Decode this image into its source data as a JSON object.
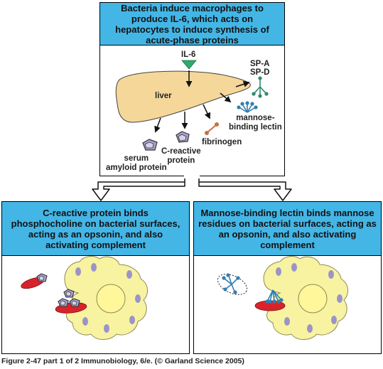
{
  "top_panel": {
    "title": "Bacteria induce macrophages to produce IL-6, which acts on hepatocytes to induce synthesis  of acute-phase proteins",
    "labels": {
      "il6": "IL-6",
      "sp_a": "SP-A",
      "sp_d": "SP-D",
      "liver": "liver",
      "mannose_binding_lectin": "mannose-\nbinding lectin",
      "fibrinogen": "fibrinogen",
      "c_reactive_protein": "C-reactive\nprotein",
      "serum_amyloid_protein": "serum\namyloid protein"
    }
  },
  "left_panel": {
    "title": "C-reactive protein binds phosphocholine on bacterial surfaces, acting as an opsonin, and also activating complement"
  },
  "right_panel": {
    "title": "Mannose-binding lectin binds mannose residues on bacterial surfaces, acting as an opsonin, and also activating complement"
  },
  "caption": "Figure 2-47 part 1 of 2  Immunobiology, 6/e. (© Garland Science 2005)",
  "colors": {
    "header_blue": "#43b6e6",
    "liver": "#f5d79a",
    "macrophage": "#f8f3a0",
    "nucleus": "#fff799",
    "vesicle": "#9b94c9",
    "bacterium": "#d9232b",
    "il6_triangle": "#2eaa6e",
    "lectin_teal": "#2f7fb0",
    "crp_pentagon": "#a7a2cf",
    "fibrinogen": "#c3723e"
  }
}
